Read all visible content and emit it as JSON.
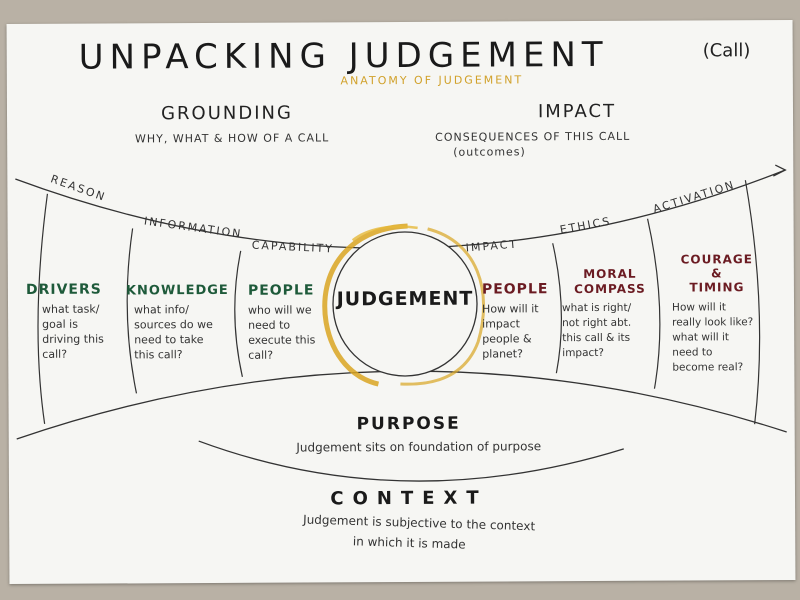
{
  "title": {
    "main": "UNPACKING JUDGEMENT",
    "call": "(Call)",
    "subtitle": "ANATOMY OF JUDGEMENT"
  },
  "grounding": {
    "heading": "GROUNDING",
    "sub": "WHY, WHAT & HOW OF A CALL"
  },
  "impact": {
    "heading": "IMPACT",
    "sub1": "CONSEQUENCES OF THIS CALL",
    "sub2": "(outcomes)"
  },
  "arc_labels": [
    "REASON",
    "INFORMATION",
    "CAPABILITY",
    "IMPACT",
    "ETHICS",
    "ACTIVATION"
  ],
  "columns": [
    {
      "head": "DRIVERS",
      "body": [
        "what task/",
        "goal is",
        "driving this",
        "call?"
      ]
    },
    {
      "head": "KNOWLEDGE",
      "body": [
        "what info/",
        "sources do we",
        "need to take",
        "this call?"
      ]
    },
    {
      "head": "PEOPLE",
      "body": [
        "who will we",
        "need to",
        "execute this",
        "call?"
      ]
    },
    {
      "head": "PEOPLE",
      "body": [
        "How will it",
        "impact",
        "people &",
        "planet?"
      ]
    },
    {
      "head": [
        "MORAL",
        "COMPASS"
      ],
      "body": [
        "what is right/",
        "not right abt.",
        "this call & its",
        "impact?"
      ]
    },
    {
      "head": [
        "COURAGE",
        "&",
        "TIMING"
      ],
      "body": [
        "How will it",
        "really look like?",
        "what will it",
        "need to",
        "become real?"
      ]
    }
  ],
  "center": {
    "label": "JUDGEMENT"
  },
  "purpose": {
    "heading": "PURPOSE",
    "text": "Judgement sits on foundation of purpose"
  },
  "context": {
    "heading": "CONTEXT",
    "text1": "Judgement is subjective to the context",
    "text2": "in which it is made"
  },
  "colors": {
    "paper": "#f6f6f3",
    "ink": "#222222",
    "gold": "#d9a521",
    "green": "#1e5a3a",
    "maroon": "#6b1b22"
  }
}
